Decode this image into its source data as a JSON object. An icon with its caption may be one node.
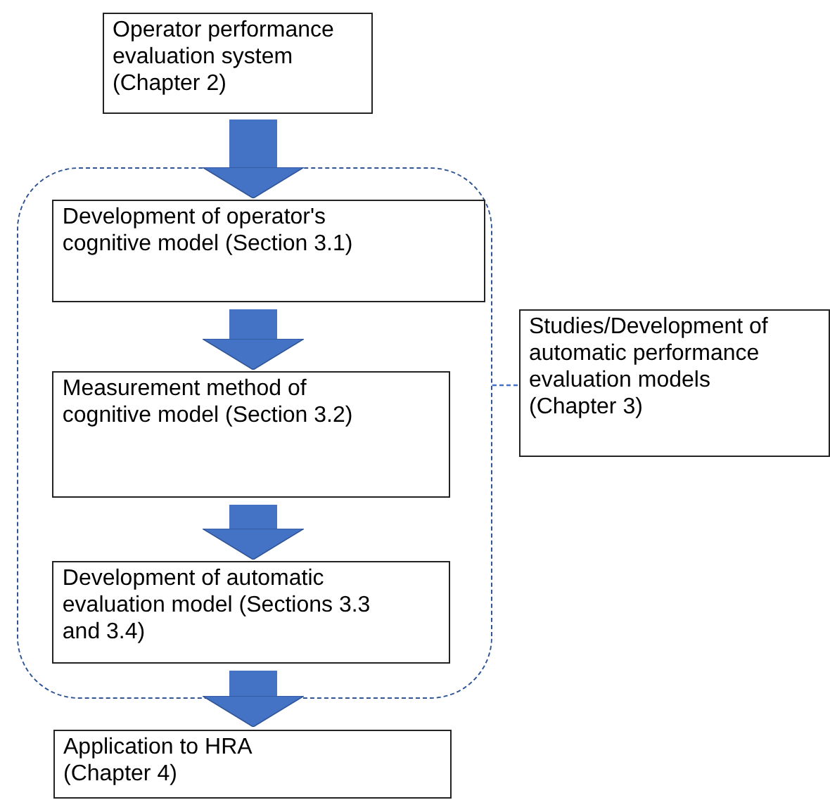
{
  "diagram": {
    "nodes": [
      {
        "text": [
          "Operator performance evaluation system (Chapter 2)"
        ]
      },
      {
        "text": [],
        "shape": "box"
      },
      {
        "text": [
          "Development of operator's cognitive model (Section 3.1)"
        ],
        "in": 1
      },
      {
        "text": [
          "Measurement method of cognitive model (Section 3.2)"
        ],
        "in": 1
      },
      {
        "text": [
          "Development of automatic evaluation model (Sections 3.3 and 3.4)"
        ],
        "in": 1
      },
      {
        "text": [
          "Application to HRA (Chapter 4)"
        ]
      },
      {
        "text": [
          "Studies/Development of automatic performance evaluation models (Chapter 3)"
        ]
      }
    ],
    "edges": [
      {
        "from": 0,
        "to": 2,
        "arrow": "to"
      },
      {
        "from": 2,
        "to": 3,
        "arrow": "to"
      },
      {
        "from": 3,
        "to": 4,
        "arrow": "to"
      },
      {
        "from": 4,
        "to": 5,
        "arrow": "to"
      },
      {
        "from": 1,
        "to": 6,
        "arrow": "none",
        "style": "dashed"
      }
    ]
  }
}
